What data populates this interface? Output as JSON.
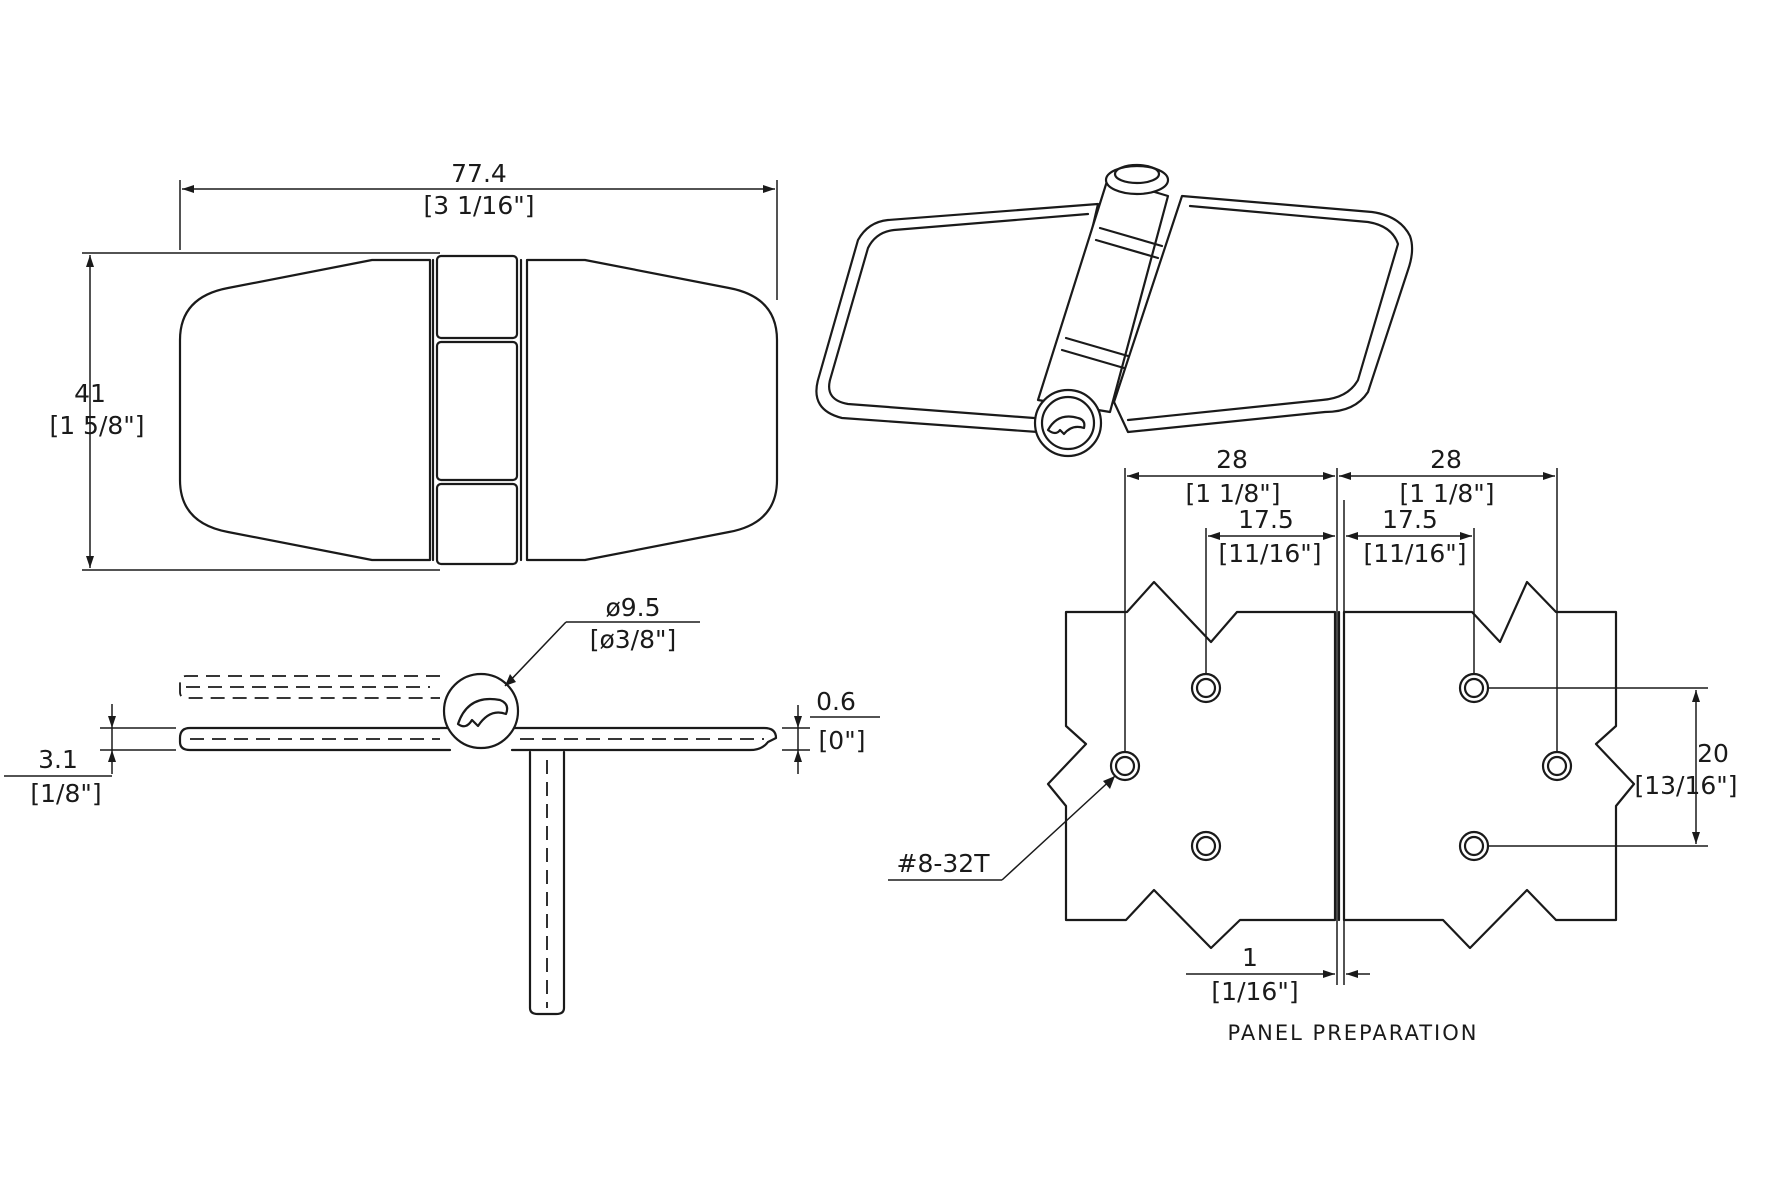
{
  "dimensions": {
    "overall_length": {
      "metric": "77.4",
      "imperial": "[3 1/16\"]"
    },
    "height": {
      "metric": "41",
      "imperial": "[1 5/8\"]"
    },
    "pin_diameter": {
      "metric": "ø9.5",
      "imperial": "[ø3/8\"]"
    },
    "leaf_gap": {
      "metric": "0.6",
      "imperial": "[0\"]"
    },
    "thickness": {
      "metric": "3.1",
      "imperial": "[1/8\"]"
    },
    "hole_outer_left": {
      "metric": "28",
      "imperial": "[1 1/8\"]"
    },
    "hole_outer_right": {
      "metric": "28",
      "imperial": "[1 1/8\"]"
    },
    "hole_inner_left": {
      "metric": "17.5",
      "imperial": "[11/16\"]"
    },
    "hole_inner_right": {
      "metric": "17.5",
      "imperial": "[11/16\"]"
    },
    "hole_spacing": {
      "metric": "20",
      "imperial": "[13/16\"]"
    },
    "panel_gap": {
      "metric": "1",
      "imperial": "[1/16\"]"
    },
    "screw": "#8-32T"
  },
  "panel_caption": "PANEL PREPARATION",
  "icons": [
    "dolphin-logo-icon"
  ]
}
